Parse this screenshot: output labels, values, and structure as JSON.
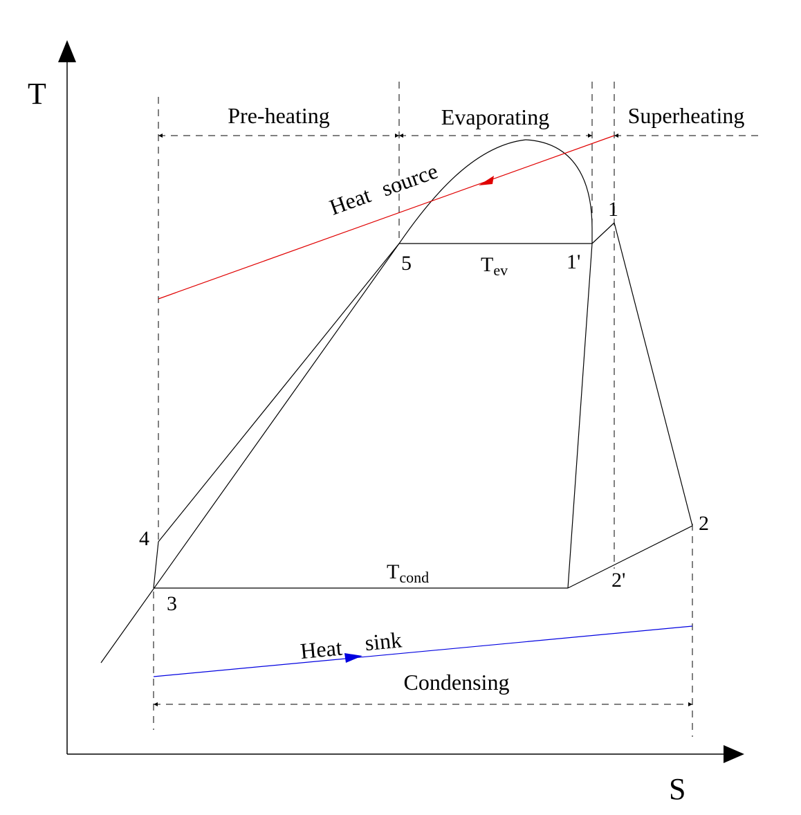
{
  "axes": {
    "x_label": "S",
    "y_label": "T"
  },
  "regions": {
    "preheating": "Pre-heating",
    "evaporating": "Evaporating",
    "superheating": "Superheating",
    "condensing": "Condensing"
  },
  "streams": {
    "source_word1": "Heat",
    "source_word2": "source",
    "sink_word1": "Heat",
    "sink_word2": "sink",
    "source_color": "#e00000",
    "sink_color": "#0000e0"
  },
  "points": {
    "p1": "1",
    "p1prime": "1'",
    "p2": "2",
    "p2prime": "2'",
    "p3": "3",
    "p4": "4",
    "p5": "5"
  },
  "temps": {
    "t_ev_main": "T",
    "t_ev_sub": "ev",
    "t_cond_main": "T",
    "t_cond_sub": "cond"
  }
}
